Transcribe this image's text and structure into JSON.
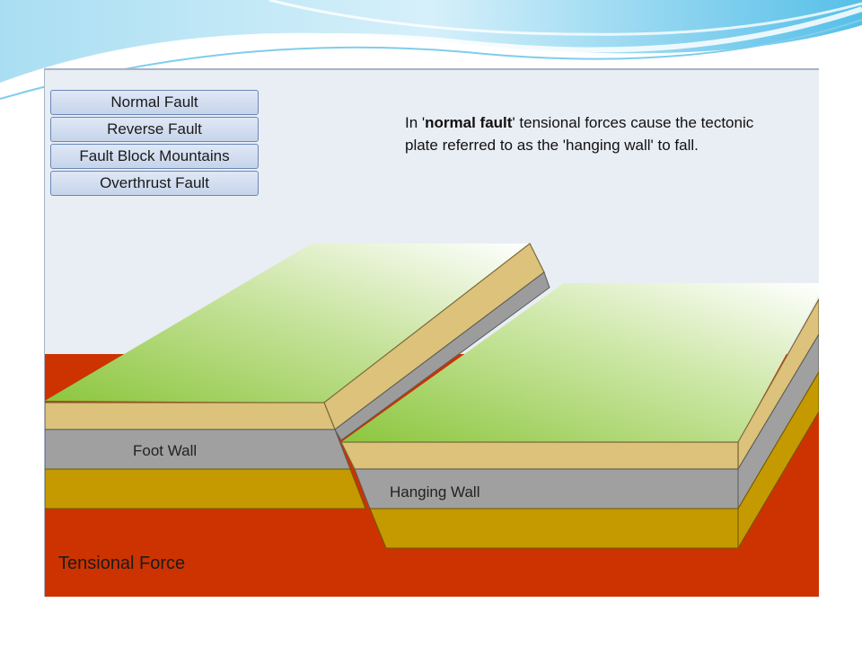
{
  "menu": {
    "items": [
      {
        "label": "Normal Fault"
      },
      {
        "label": "Reverse Fault"
      },
      {
        "label": "Fault Block Mountains"
      },
      {
        "label": "Overthrust Fault"
      }
    ]
  },
  "description": {
    "prefix": "In '",
    "term": "normal fault",
    "suffix": "' tensional forces cause the tectonic plate referred to as the 'hanging wall' to fall."
  },
  "labels": {
    "foot_wall": "Foot Wall",
    "hanging_wall": "Hanging Wall",
    "tensional_force": "Tensional Force"
  },
  "colors": {
    "panel_background": "#e9edf4",
    "button_border": "#6a88b8",
    "ground_red": "#cc3300",
    "grass_top": "#8dc63f",
    "sand_layer": "#dcc27a",
    "gray_layer": "#a0a0a0",
    "ochre_layer": "#c49a00",
    "slide_wave": "#6ec6ea"
  }
}
